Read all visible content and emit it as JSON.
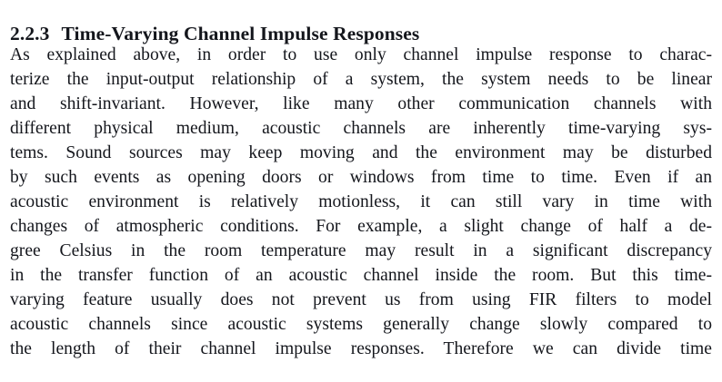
{
  "document": {
    "type": "paper-page",
    "background_color": "#ffffff",
    "text_color": "#14161c"
  },
  "heading": {
    "number": "2.2.3",
    "title": "Time-Varying Channel Impulse Responses",
    "full": "2.2.3  Time-Varying Channel Impulse Responses"
  },
  "paragraph": {
    "full_text": "As explained above, in order to use only channel impulse response to characterize the input-output relationship of a system, the system needs to be linear and shift-invariant. However, like many other communication channels with different physical medium, acoustic channels are inherently time-varying systems. Sound sources may keep moving and the environment may be disturbed by such events as opening doors or windows from time to time. Even if an acoustic environment is relatively motionless, it can still vary in time with changes of atmospheric conditions. For example, a slight change of half a degree Celsius in the room temperature may result in a significant discrepancy in the transfer function of an acoustic channel inside the room. But this time-varying feature usually does not prevent us from using FIR filters to model acoustic channels since acoustic systems generally change slowly compared to the length of their channel impulse responses. Therefore we can divide time",
    "lines": [
      "As explained above, in order to use only channel impulse response to charac-",
      "terize the input-output relationship of a system, the system needs to be linear",
      "and shift-invariant. However, like many other communication channels with",
      "different physical medium, acoustic channels are inherently time-varying sys-",
      "tems. Sound sources may keep moving and the environment may be disturbed",
      "by such events as opening doors or windows from time to time. Even if an",
      "acoustic environment is relatively motionless, it can still vary in time with",
      "changes of atmospheric conditions. For example, a slight change of half a de-",
      "gree Celsius in the room temperature may result in a significant discrepancy",
      "in the transfer function of an acoustic channel inside the room. But this time-",
      "varying feature usually does not prevent us from using FIR filters to model",
      "acoustic channels since acoustic systems generally change slowly compared to",
      "the length of their channel impulse responses. Therefore we can divide time"
    ]
  }
}
